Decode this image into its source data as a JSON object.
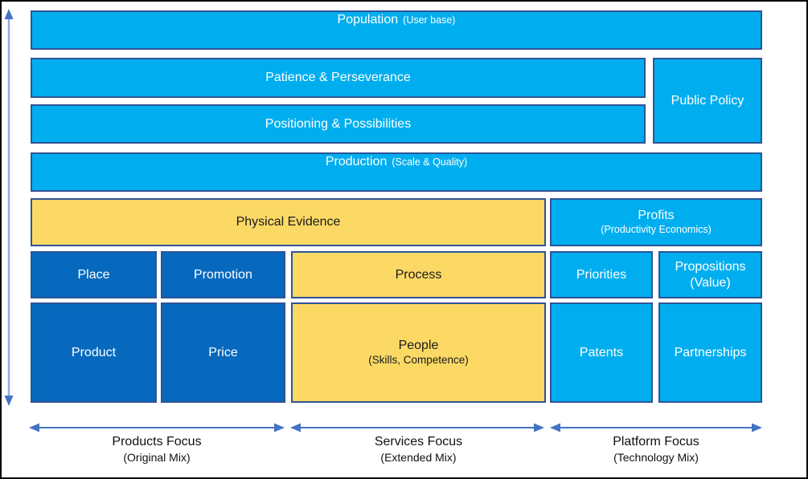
{
  "colors": {
    "light_blue": "#00AEEF",
    "dark_blue": "#0769BE",
    "yellow": "#FCD965",
    "box_border": "#2F5496",
    "arrow_blue": "#4472C4",
    "arrow_shaft_light": "#94ABDE",
    "text_on_blue": "#FFFFFF",
    "text_on_yellow": "#1A1A1A",
    "outer_border": "#000000",
    "background": "#FFFFFF"
  },
  "boxes": {
    "population": {
      "label": "Population",
      "sublabel": "(User base)"
    },
    "patience": {
      "label": "Patience & Perseverance"
    },
    "public_policy": {
      "label": "Public Policy"
    },
    "positioning": {
      "label": "Positioning & Possibilities"
    },
    "production": {
      "label": "Production",
      "sublabel": "(Scale & Quality)"
    },
    "physical_evidence": {
      "label": "Physical Evidence"
    },
    "profits": {
      "label": "Profits",
      "sublabel": "(Productivity Economics)"
    },
    "place": {
      "label": "Place"
    },
    "promotion": {
      "label": "Promotion"
    },
    "process": {
      "label": "Process"
    },
    "priorities": {
      "label": "Priorities"
    },
    "propositions": {
      "label": "Propositions",
      "sublabel": "(Value)"
    },
    "product": {
      "label": "Product"
    },
    "price": {
      "label": "Price"
    },
    "people": {
      "label": "People",
      "sublabel": "(Skills, Competence)"
    },
    "patents": {
      "label": "Patents"
    },
    "partnerships": {
      "label": "Partnerships"
    }
  },
  "focus_groups": [
    {
      "label": "Products Focus",
      "sublabel": "(Original Mix)"
    },
    {
      "label": "Services Focus",
      "sublabel": "(Extended Mix)"
    },
    {
      "label": "Platform Focus",
      "sublabel": "(Technology Mix)"
    }
  ]
}
